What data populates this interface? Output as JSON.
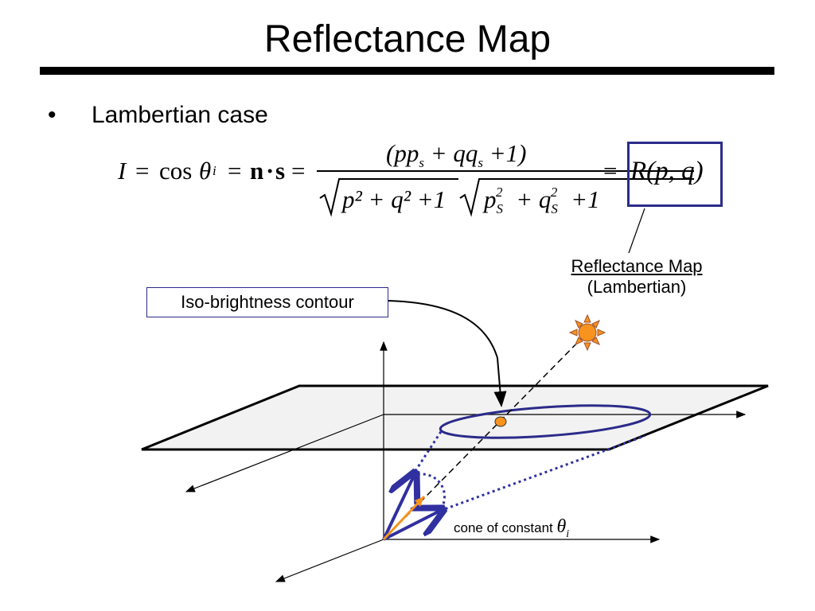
{
  "slide": {
    "title": "Reflectance Map",
    "bullet_char": "•",
    "bullet_text": "Lambertian case"
  },
  "equation": {
    "lhs": "I",
    "eq": "=",
    "cos": "cos",
    "theta": "θ",
    "sub_i": "i",
    "n": "n",
    "dot": "·",
    "s": "s",
    "numerator": "(pp",
    "numerator_sub_s": "s",
    "numerator_mid": " + qq",
    "numerator_sub_s2": "s",
    "numerator_end": " +1)",
    "denominator_left": "p² + q² +1",
    "denominator_right_p": "p",
    "denominator_right_sub_S": "S",
    "denominator_right_sup_2": "2",
    "denominator_right_mid": " + q",
    "denominator_right_sub_S2": "S",
    "denominator_right_sup_22": "2",
    "denominator_right_end": " +1",
    "rhs": "R(p, q)"
  },
  "labels": {
    "reflectance_map": "Reflectance Map",
    "lambertian": "(Lambertian)",
    "iso_brightness": "Iso-brightness contour",
    "cone_text": "cone of constant",
    "cone_theta": "θ",
    "cone_sub": "i"
  },
  "colors": {
    "outline_blue": "#2b2b8a",
    "vector_blue": "#3030a0",
    "sun_orange": "#f7931e",
    "plane_fill": "#f2f2f2",
    "point_orange": "#f7931e"
  }
}
